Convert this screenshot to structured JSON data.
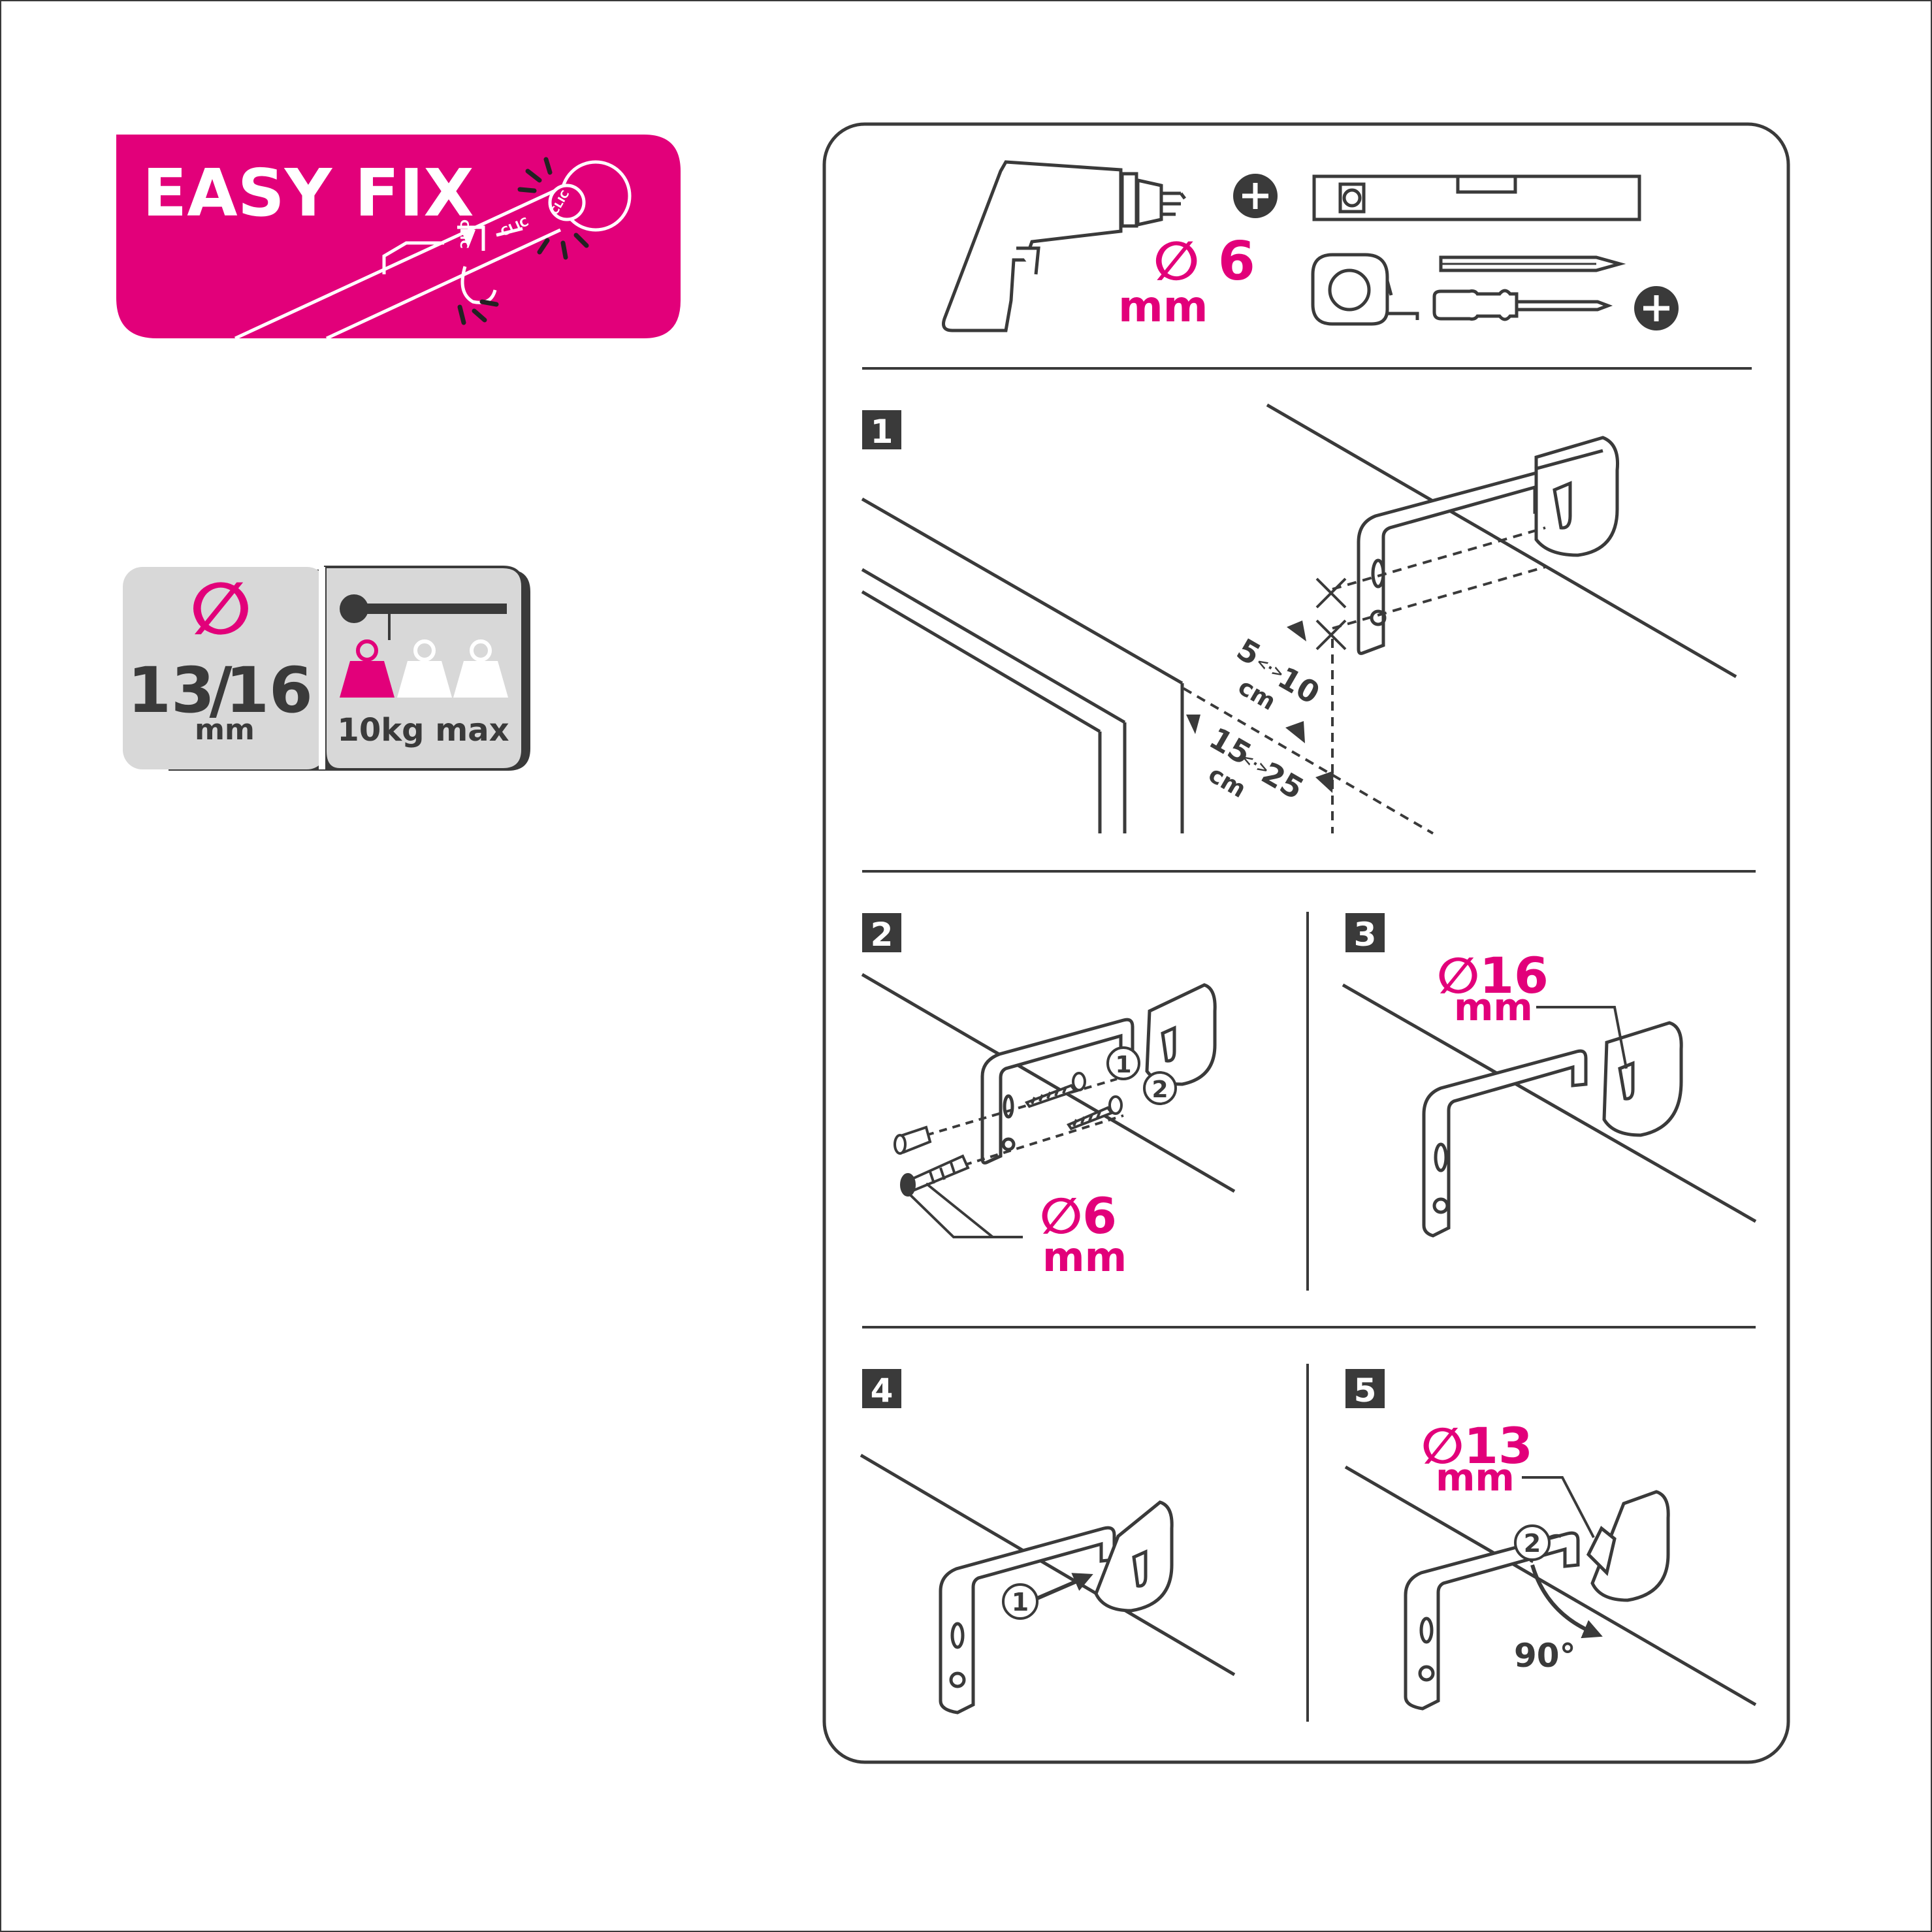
{
  "badge": {
    "title": "EASY FIX",
    "clic_1": "CLIC",
    "clic_2": "CLIC",
    "clic_3": "CLIC"
  },
  "spec": {
    "diameter_symbol": "∅",
    "diameter_values": "13",
    "diameter_slash": "/",
    "diameter_value2": "16",
    "diameter_unit": "mm",
    "weight_label": "10kg max"
  },
  "tools": {
    "drill_diameter": "∅ 6",
    "drill_unit": "mm"
  },
  "steps": {
    "step1": {
      "number": "1",
      "dist_min_1": "5",
      "dist_max_1": "10",
      "dist_unit_1": "cm",
      "dist_min_2": "15",
      "dist_max_2": "25",
      "dist_unit_2": "cm",
      "arrow_symbol": "<·>"
    },
    "step2": {
      "number": "2",
      "callout_1": "1",
      "callout_2": "2",
      "plug_diameter": "∅6",
      "plug_unit": "mm"
    },
    "step3": {
      "number": "3",
      "rod_diameter": "∅16",
      "rod_unit": "mm"
    },
    "step4": {
      "number": "4",
      "callout_1": "1"
    },
    "step5": {
      "number": "5",
      "rod_diameter": "∅13",
      "rod_unit": "mm",
      "callout_2": "2",
      "rotation": "90°"
    }
  },
  "colors": {
    "magenta": "#e2007a",
    "dark": "#3a3a3a",
    "light_gray": "#d8d8d8"
  }
}
